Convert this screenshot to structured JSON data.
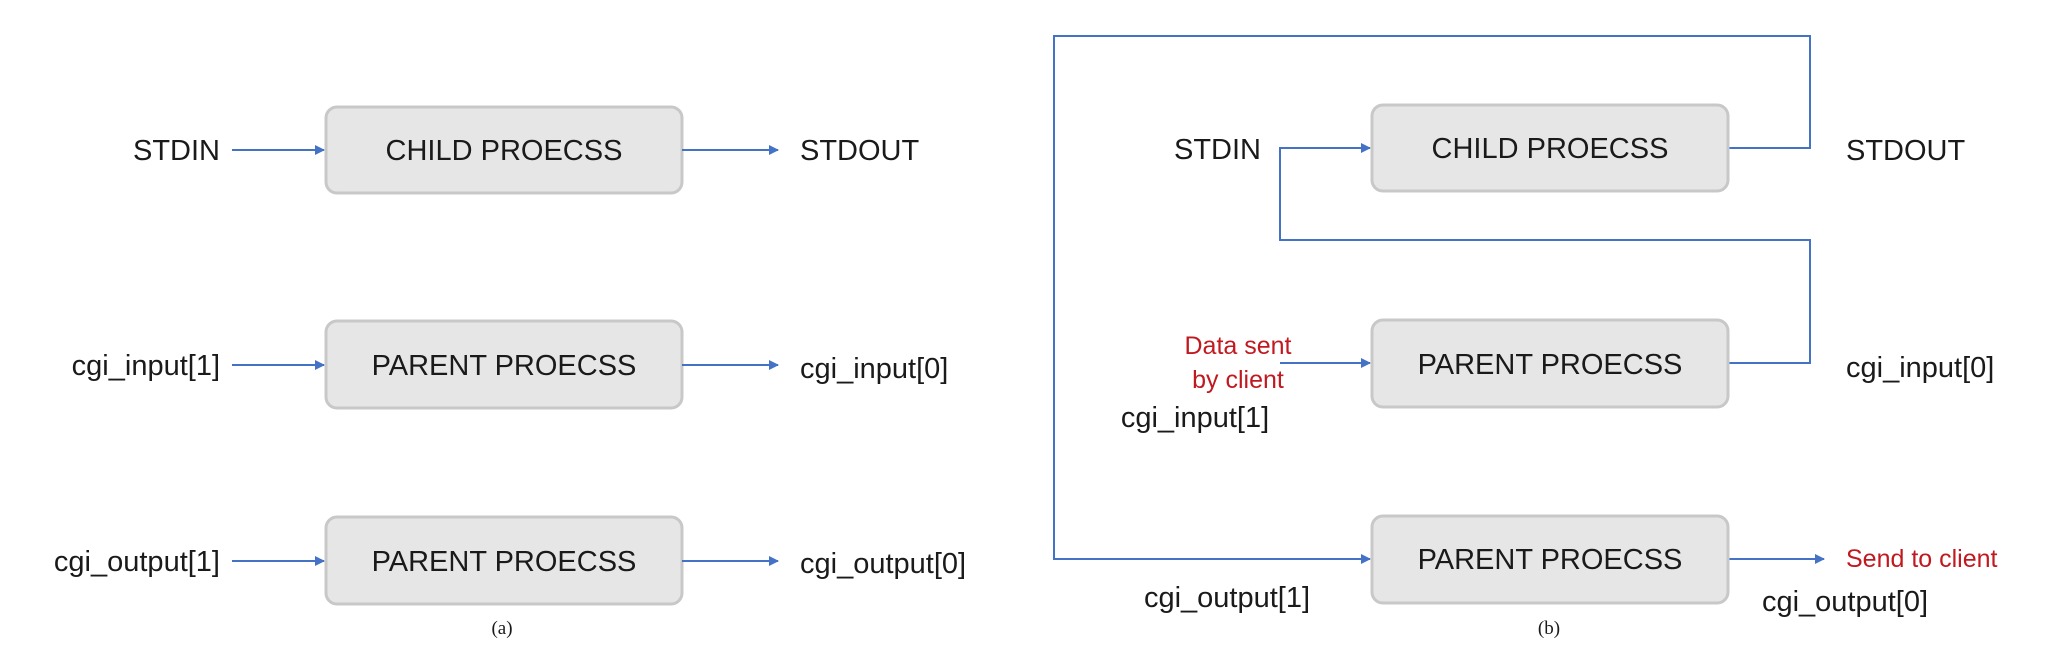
{
  "panel_a": {
    "caption": "(a)",
    "rows": [
      {
        "input": "STDIN",
        "process": "CHILD PROECSS",
        "output": "STDOUT"
      },
      {
        "input": "cgi_input[1]",
        "process": "PARENT PROECSS",
        "output": "cgi_input[0]"
      },
      {
        "input": "cgi_output[1]",
        "process": "PARENT PROECSS",
        "output": "cgi_output[0]"
      }
    ]
  },
  "panel_b": {
    "caption": "(b)",
    "stdin": "STDIN",
    "stdout": "STDOUT",
    "child_process": "CHILD PROECSS",
    "parent_process_input": "PARENT PROECSS",
    "parent_process_output": "PARENT PROECSS",
    "data_sent_line1": "Data sent",
    "data_sent_line2": "by client",
    "cgi_input_write": "cgi_input[1]",
    "cgi_input_read": "cgi_input[0]",
    "cgi_output_write": "cgi_output[1]",
    "cgi_output_read": "cgi_output[0]",
    "send_to_client": "Send to client"
  },
  "colors": {
    "wire": "#4472c4",
    "box_fill": "#e6e6e6",
    "box_border": "#c8c8c8",
    "highlight_text": "#c0191f"
  }
}
